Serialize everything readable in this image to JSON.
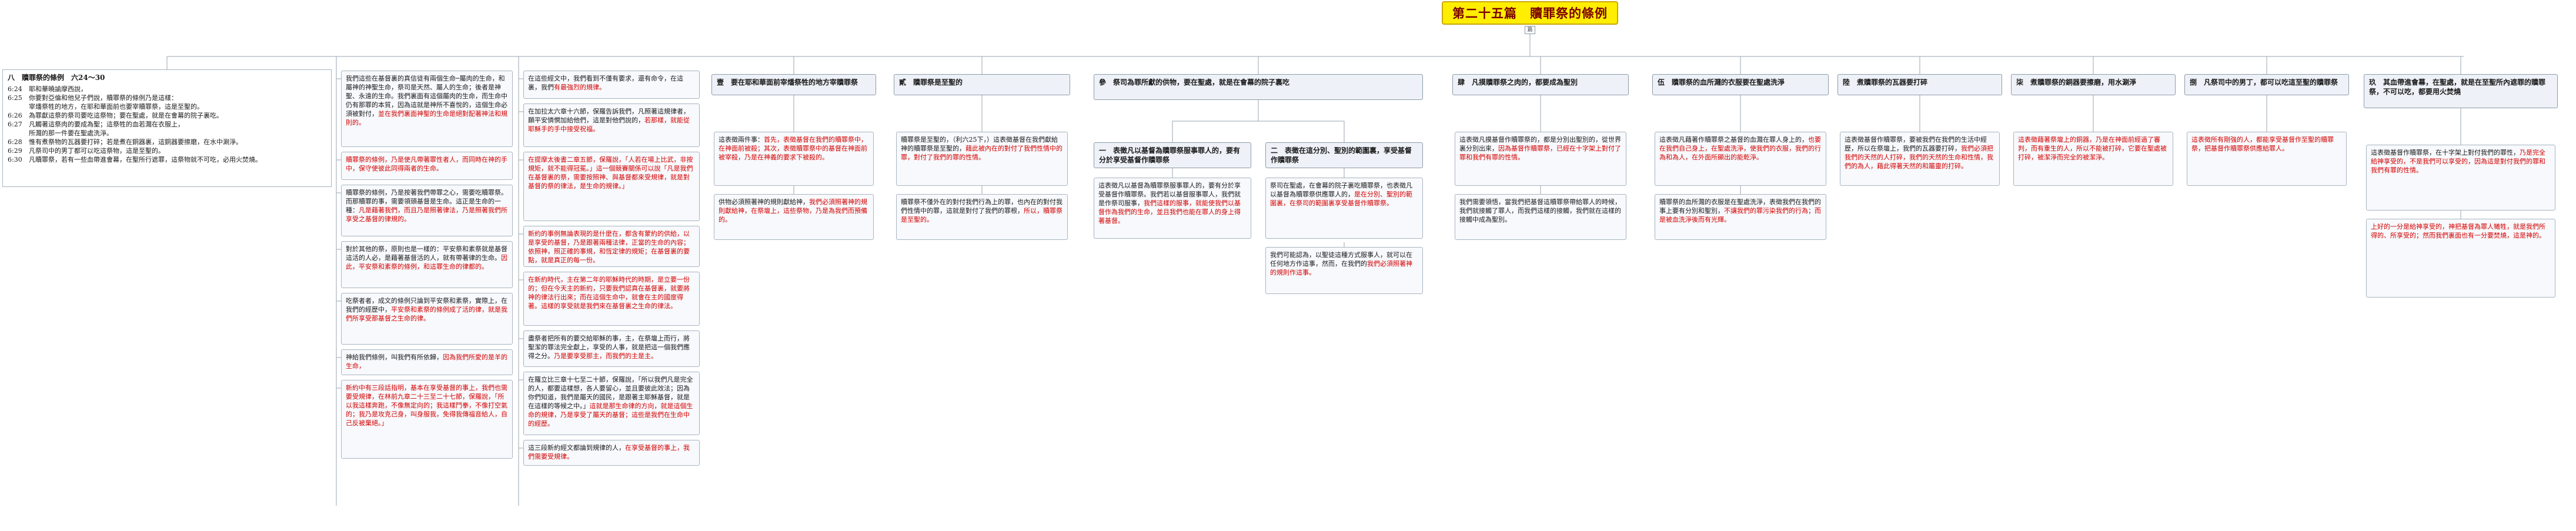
{
  "root": {
    "title": "第二十五篇　贖罪祭的條例",
    "badge": "篇"
  },
  "outline": {
    "title": "八　贖罪祭的條例　六24～30",
    "verses": [
      {
        "ref": "6:24",
        "text": "耶和華曉諭摩西說，"
      },
      {
        "ref": "6:25",
        "text": "你要對亞倫和他兒子們說，贖罪祭的條例乃是這樣："
      },
      {
        "ref": "",
        "text": "宰燔祭牲的地方，在耶和華面前也要宰贖罪祭，這是至聖的。"
      },
      {
        "ref": "6:26",
        "text": "為罪獻這祭的祭司要吃這祭物；要在聖處，就是在會幕的院子裏吃。"
      },
      {
        "ref": "6:27",
        "text": "凡觸著這祭肉的要成為聖；這祭牲的血若濺在衣服上，"
      },
      {
        "ref": "",
        "text": "所濺的那一件要在聖處洗淨。"
      },
      {
        "ref": "6:28",
        "text": "惟有煮祭物的瓦器要打碎；若是煮在銅器裏，這銅器要擦磨，在水中涮淨。"
      },
      {
        "ref": "6:29",
        "text": "凡祭司中的男丁都可以吃這祭物，這是至聖的。"
      },
      {
        "ref": "6:30",
        "text": "凡贖罪祭，若有一些血帶進會幕，在聖所行遮罪，這祭物就不可吃，必用火焚燒。"
      }
    ]
  },
  "col1": [
    {
      "text": "我們這些在基督裏的真信徒有兩個生命─屬肉的生命，和屬神的神聖生命，祭司是天然、屬人的生命；後者是神聖、永遠的生命。我們裏面有這個屬肉的生命，而生命中仍有那罪的本質，因為這就是神所不喜悅的，這個生命必須被對付，",
      "red": "並在我們裏面神聖的生命是絕對配著神法和規則的。"
    },
    {
      "text": "",
      "red": "贖罪祭的條例，乃是使凡帶著罪性者人，而同時在神的手中，保守使彼此同得兩者的生命。"
    },
    {
      "text": "贖罪祭的條例，乃是按著我們帶罪之心，需要吃贖罪祭。而那贖罪的事，需要領頭基督是生命。這正是生命的一種：",
      "red": "凡是藉著我們，而且乃是照著律法，乃是照著我們所享受之基督的律規的。"
    },
    {
      "text": "對於其他的祭，原則也是一樣的：平安祭和素祭就是基督這活的人必，是藉著基督活的人，就有帶著律的生命。",
      "red": "因此，平安祭和素祭的條例，和這罪生命的律都的。"
    },
    {
      "text": "吃祭者者，成文的條例只論到平安祭和素祭，實際上，在我們的經歷中，",
      "red": "平安祭和素祭的條例成了活的律，就是我們所享受那基督之生命的律。"
    },
    {
      "text": "神給我們條例，叫我們有所依歸，",
      "red": "因為我們所愛的是羊的生命，"
    },
    {
      "text": "",
      "red": "新約中有三段話指明，基本在享受基督的事上，我們也需要受規律，在林前九章二十三至二十七節，保羅說，「所以我這樣奔跑，不像無定向的；我這樣鬥拳，不像打空氣的；我乃是攻克己身，叫身服我，免得我傳福音給人，自己反被棄絕。」"
    }
  ],
  "col2": [
    {
      "text": "在這些經文中，我們看到不僅有要求，還有命令，在這裏，我們",
      "red": "有最強烈的規律。"
    },
    {
      "text": "在加拉太六章十六節，保羅告訴我們，凡照著這規律者，願平安憐憫加給他們，這是對他們說的，",
      "red": "若那樣，就能從耶穌手的手中接受祝福。"
    },
    {
      "text": "",
      "red": "在提摩太後書二章五節，保羅說，「人若在場上比武，非按規矩，就不能得冠冕。」這一個競賽關係可以說「凡是我們在基督裏的祭，需要按照神、與基督都來受規律，就是對基督的祭的律法，是生命的規律。」"
    },
    {
      "text": "",
      "red": "新約的事例無論表現的是什麼在，都含有蒙約的供給，以是享受的基督，乃是跟著兩種法律，正當的生命的內容；依照神，照正確的事規，和恆定律的規矩；在基督裏的要點，就是真正的每一份。"
    },
    {
      "text": "",
      "red": "在新約時代，主在第二年的耶穌時代的時期，是立要一份的；但在今天主的新約，只要我們認真在基督裏，就要將神的律法行出來；而在這個生命中，就會在主的國度得著。這樣的享受就是我們來在基督裏之生命的律法。"
    },
    {
      "text": "盡祭者把所有的要交給耶穌的事，主，在祭壇上而行，將聖潔的罪法完全獻上，享受的人事，就是把這一個我們應得之分。",
      "red": "乃是要享受那主，而我們的主是主。"
    },
    {
      "text": "在羅立比三章十七至二十節，保羅說，「所以我們凡是完全的人，都要這樣想，各人要留心，並且要彼此效法；因為你們知道，我們是屬天的國民，是跟著主耶穌基督，就是在這樣的等候之中。」",
      "red": "這就是那生命律的方向，就是這個生命的規律，乃是享受了屬天的基督；這些是我們在生命中的經歷。"
    },
    {
      "text": "這三段新約經文都論到規律的人，",
      "red": "在享受基督的事上，我們需要受規律。"
    }
  ],
  "branches": [
    {
      "header": "壹　要在耶和華面前宰燔祭牲的地方宰贖罪祭",
      "nodes": [
        {
          "text": "這表徵兩件事：",
          "red": "首先，表徵基督在我們的贖罪祭中，在神面前被殺；其次，表徵贖罪祭中的基督在神面前被宰殺，乃是在神義的要求下被殺的。"
        },
        {
          "text": "供物必須照著神的規則獻給神，",
          "red": "我們必須照著神的規則獻給神，在祭壇上，這些祭物，乃是為我們而預備的。"
        }
      ]
    },
    {
      "header": "貳　贖罪祭是至聖的",
      "nodes": [
        {
          "text": "贖罪祭是至聖的，（利六25下，）這表徵基督在我們獻給神的贖罪祭是至聖的，",
          "red": "藉此被內在的對付了我們性情中的罪，對付了我們的罪的性情。"
        },
        {
          "text": "贖罪祭不僅外在的對付我們行為上的罪，也內在的對付我們性情中的罪，這就是對付了我們的罪根，",
          "red": "所以，贖罪祭是至聖的。"
        }
      ]
    },
    {
      "header": "參　祭司為罪所獻的供物，要在聖處，就是在會幕的院子裏吃",
      "sub": [
        {
          "header": "一　表徵凡以基督為贖罪祭服事罪人的，要有分於享受基督作贖罪祭",
          "nodes": [
            {
              "text": "這表徵凡以基督為贖罪祭服事罪人的，要有分於享受基督作贖罪祭。我們若以基督服事罪人，我們就是作祭司服事，",
              "red": "我們這樣的服事，就能使我們以基督作為我們的生命，並且我們也能在罪人的身上得著基督。"
            }
          ]
        },
        {
          "header": "二　表徵在這分別、聖別的範圍裏，享受基督作贖罪祭",
          "nodes": [
            {
              "text": "祭司在聖處，在會幕的院子裏吃贖罪祭，也表徵凡以基督為贖罪祭供應罪人的，",
              "red": "是在分別、聖別的範圍裏，在祭司的範圍裏享受基督作贖罪祭。"
            },
            {
              "text": "我們可能認為，以聖徒這種方式服事人，就可以在任何地方作這事，然而，在我們的",
              "red": "我們必須照著神的規則作這事。"
            }
          ]
        }
      ]
    },
    {
      "header": "肆　凡摸贖罪祭之肉的，都要成為聖別",
      "nodes": [
        {
          "text": "這表徵凡摸基督作贖罪祭的，都是分別出聖別的，從世界裏分別出來，",
          "red": "因為基督作贖罪祭，已經在十字架上對付了罪和我們有罪的性情。"
        },
        {
          "text": "我們需要領悟，當我們把基督這贖罪祭帶給罪人的時候，我們就接觸了罪人，而我們這樣的接觸，我們就在這樣的接觸中成為聖別。"
        }
      ]
    },
    {
      "header": "伍　贖罪祭的血所濺的衣服要在聖處洗淨",
      "nodes": [
        {
          "text": "這表徵凡藉著作贖罪祭之基督的血濺在罪人身上的，",
          "red": "也要在我們自己身上，在聖處洗淨，使我們的衣服，我們的行為和為人，在外面所顯出的能乾淨。"
        },
        {
          "text": "贖罪祭的血所濺的衣服是在聖處洗淨，表徵我們在我們的事上要有分別和聖別，",
          "red": "不讓我們的罪污染我們的行為；而是被血洗淨後而有光輝。"
        }
      ]
    },
    {
      "header": "陸　煮贖罪祭的瓦器要打碎",
      "nodes": [
        {
          "text": "這表徵基督作贖罪祭，要被我們在我們的生活中經歷，所以在祭壇上，我們的瓦器要打碎，",
          "red": "我們必須把我們的天然的人打碎，我們的天然的生命和性情，我們的為人，藉此得著天然的和屬靈的打碎。"
        }
      ]
    },
    {
      "header": "柒　煮贖罪祭的銅器要擦磨，用水涮淨",
      "nodes": [
        {
          "text": "",
          "red": "這表徵藉著祭壇上的銅器，乃是在神面前經過了審判，而有重生的人，所以不能被打碎，它要在聖處被打碎，被潔淨而完全的被潔淨。"
        }
      ]
    },
    {
      "header": "捌　凡祭司中的男丁，都可以吃這至聖的贖罪祭",
      "nodes": [
        {
          "text": "",
          "red": "這表徵所有剛強的人，都能享受基督作至聖的贖罪祭，把基督作贖罪祭供應給罪人。"
        }
      ]
    },
    {
      "header": "玖　其血帶進會幕，在聖處，就是在至聖所內遮罪的贖罪祭，不可以吃，都要用火焚燒",
      "nodes": [
        {
          "text": "這表徵基督作贖罪祭，在十字架上對付我們的罪性，",
          "red": "乃是完全給神享受的，不是我們可以享受的，因為這是對付我們的罪和我們有罪的性情。"
        },
        {
          "text": "",
          "red": "上好的一分是給神享受的，神把基督為罪人犧牲，就是我們所得的、所享受的；然而我們裏面也有一分要焚燒，這是神的。"
        }
      ]
    }
  ]
}
